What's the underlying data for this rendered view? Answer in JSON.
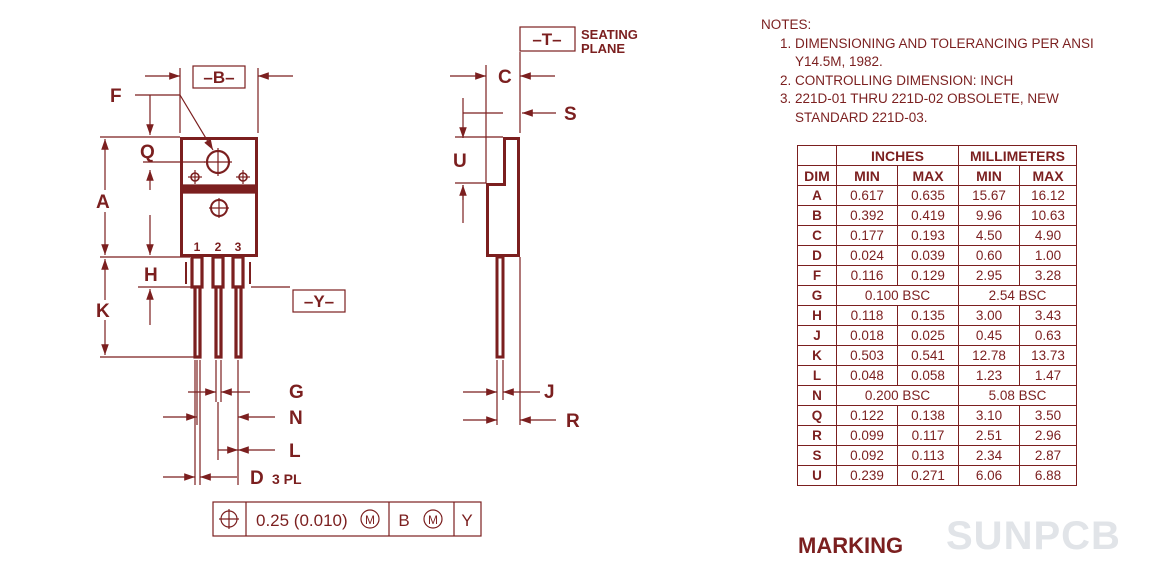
{
  "labels": {
    "seating_code": "–T–",
    "seating_line1": "SEATING",
    "seating_line2": "PLANE",
    "datum_b": "–B–",
    "datum_y": "–Y–",
    "F": "F",
    "Q": "Q",
    "A": "A",
    "H": "H",
    "K": "K",
    "C": "C",
    "S": "S",
    "U": "U",
    "J": "J",
    "R": "R",
    "G": "G",
    "N": "N",
    "L": "L",
    "D": "D",
    "three_pl": "3 PL",
    "pin1": "1",
    "pin2": "2",
    "pin3": "3"
  },
  "tolerance": {
    "symbol": "⊕",
    "value": "0.25 (0.010)",
    "mod1": "M",
    "datum1": "B",
    "mod2": "M",
    "datum2": "Y"
  },
  "notes": {
    "header": "NOTES:",
    "items": [
      "DIMENSIONING AND TOLERANCING PER ANSI Y14.5M, 1982.",
      "CONTROLLING DIMENSION: INCH",
      "221D-01 THRU 221D-02 OBSOLETE, NEW STANDARD 221D-03."
    ]
  },
  "table": {
    "group_headers": [
      "INCHES",
      "MILLIMETERS"
    ],
    "col_headers": [
      "DIM",
      "MIN",
      "MAX",
      "MIN",
      "MAX"
    ],
    "rows": [
      [
        "A",
        "0.617",
        "0.635",
        "15.67",
        "16.12"
      ],
      [
        "B",
        "0.392",
        "0.419",
        "9.96",
        "10.63"
      ],
      [
        "C",
        "0.177",
        "0.193",
        "4.50",
        "4.90"
      ],
      [
        "D",
        "0.024",
        "0.039",
        "0.60",
        "1.00"
      ],
      [
        "F",
        "0.116",
        "0.129",
        "2.95",
        "3.28"
      ],
      [
        "G",
        "0.100 BSC",
        "2.54 BSC"
      ],
      [
        "H",
        "0.118",
        "0.135",
        "3.00",
        "3.43"
      ],
      [
        "J",
        "0.018",
        "0.025",
        "0.45",
        "0.63"
      ],
      [
        "K",
        "0.503",
        "0.541",
        "12.78",
        "13.73"
      ],
      [
        "L",
        "0.048",
        "0.058",
        "1.23",
        "1.47"
      ],
      [
        "N",
        "0.200 BSC",
        "5.08 BSC"
      ],
      [
        "Q",
        "0.122",
        "0.138",
        "3.10",
        "3.50"
      ],
      [
        "R",
        "0.099",
        "0.117",
        "2.51",
        "2.96"
      ],
      [
        "S",
        "0.092",
        "0.113",
        "2.34",
        "2.87"
      ],
      [
        "U",
        "0.239",
        "0.271",
        "6.06",
        "6.88"
      ]
    ]
  },
  "marking": "MARKING",
  "watermark": "SUNPCB",
  "colors": {
    "ink": "#7b1f1f",
    "watermark": "#e1e4e8"
  }
}
